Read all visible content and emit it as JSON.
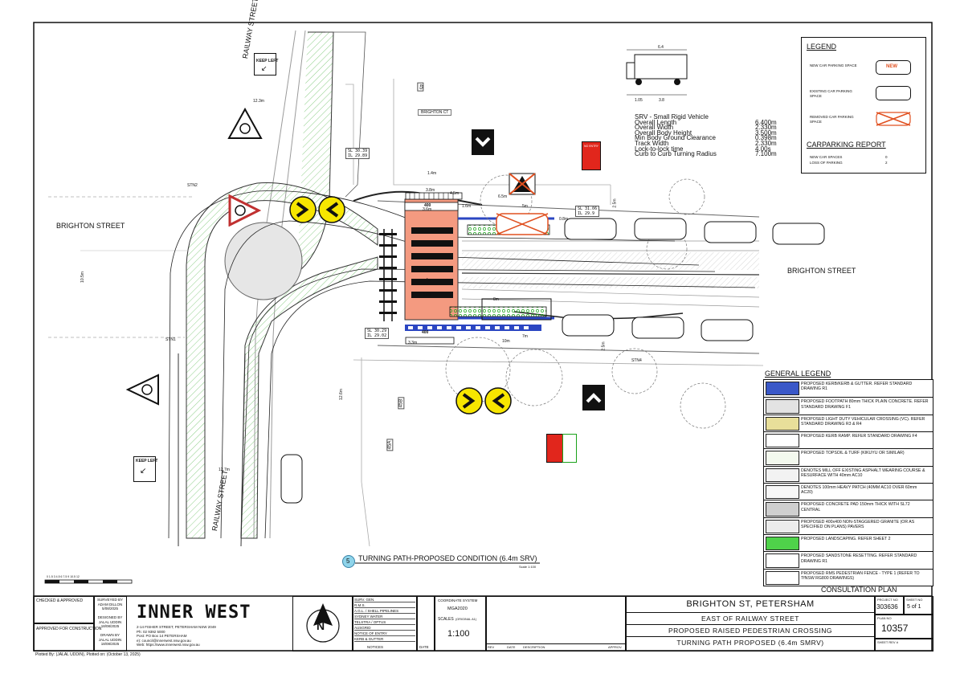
{
  "plan": {
    "street_labels": {
      "railway_top": "RAILWAY STREET",
      "railway_bottom": "RAILWAY STREET",
      "brighton_left": "BRIGHTON STREET",
      "brighton_right": "BRIGHTON STREET",
      "brighton_ct": "BRIGHTON CT"
    },
    "signs": {
      "keep_left_top": "KEEP LEFT",
      "keep_left_bottom": "KEEP LEFT",
      "no_entry": "NO ENTRY"
    },
    "dimensions": [
      "12.3m",
      "12.7m",
      "10.5m",
      "12.6m",
      "1.4m",
      "3.8m",
      "3.6m",
      "4m",
      "3.6m",
      "4.5m",
      "1.6m",
      "6.5m",
      "5m",
      "0.8m",
      "8m",
      "10m",
      "7m",
      "2.5m",
      "2.5m",
      "3.3m"
    ],
    "levels": {
      "sl_top": "SL 30.39",
      "il_top": "IL 29.89",
      "sl_right": "SL 31.06",
      "il_right": "IL 29.9",
      "sl_bottom": "SL 30.29",
      "il_bottom": "IL 29.02"
    },
    "stations": [
      "STN2",
      "STN1",
      "STN4"
    ],
    "house_numbers": [
      "45",
      "45B",
      "45A"
    ],
    "crossing_labels": {
      "top": "400",
      "bottom": "400"
    },
    "vehicle_dims": {
      "width": "6.4",
      "axle": "3.8",
      "overhang": "1.05"
    },
    "vehicle_specs": [
      {
        "label": "SRV  -  Small Rigid Vehicle",
        "value": ""
      },
      {
        "label": "Overall Length",
        "value": "6.400m"
      },
      {
        "label": "Overall Width",
        "value": "2.330m"
      },
      {
        "label": "Overall Body Height",
        "value": "3.500m"
      },
      {
        "label": "Min Body Ground Clearance",
        "value": "0.398m"
      },
      {
        "label": "Track Width",
        "value": "2.330m"
      },
      {
        "label": "Lock-to-lock time",
        "value": "4.00s"
      },
      {
        "label": "Curb to Curb Turning Radius",
        "value": "7.100m"
      }
    ],
    "drawing_title_number": "5",
    "drawing_title": "TURNING PATH-PROPOSED CONDITION (6.4m SRV)",
    "drawing_scale": "Scale 1:100"
  },
  "legend": {
    "title": "LEGEND",
    "items": [
      {
        "label": "NEW CAR PARKING SPACE",
        "badge": "NEW"
      },
      {
        "label": "EXISTING CAR PARKING SPACE"
      },
      {
        "label": "REMOVED CAR PARKING SPACE"
      }
    ],
    "report_title": "CARPARKING REPORT",
    "report_rows": [
      {
        "label": "NEW CAR SPACES",
        "value": "0"
      },
      {
        "label": "LOSS OF PARKING",
        "value": "2"
      }
    ]
  },
  "general_legend": {
    "title": "GENERAL LEGEND",
    "items": [
      {
        "text": "PROPOSED KERB/KERB & GUTTER. REFER STANDARD DRAWING R1",
        "color": "#3a58c8"
      },
      {
        "text": "PROPOSED FOOTPATH 80mm THICK PLAIN CONCRETE. REFER STANDARD DRAWING F1",
        "color": "#e3e3e3"
      },
      {
        "text": "PROPOSED LIGHT DUTY VEHICULAR CROSSING (VC). REFER STANDARD DRAWING R3 & R4",
        "color": "#e8df9a"
      },
      {
        "text": "PROPOSED KERB RAMP. REFER STANDARD DRAWING F4",
        "color": "#ffffff"
      },
      {
        "text": "PROPOSED TOPSOIL & TURF (KIKUYU OR SIMILAR)",
        "color": "#f3f9ee"
      },
      {
        "text": "DENOTES MILL OFF EXISTING ASPHALT WEARING COURSE & RESURFACE WITH 40mm AC10",
        "color": "#f2f2f2"
      },
      {
        "text": "DENOTES 100mm HEAVY PATCH (40MM AC10 OVER 60mm AC20)",
        "color": "#f7f7f7"
      },
      {
        "text": "PROPOSED CONCRETE PAD 150mm THICK WITH SL72 CENTRAL",
        "color": "#cfcfcf"
      },
      {
        "text": "PROPOSED 400x400 NON-STAGGERED GRANITE (OR AS SPECIFIED ON PLANS) PAVERS",
        "color": "#ececec"
      },
      {
        "text": "PROPOSED LANDSCAPING. REFER SHEET 2",
        "color": "#4fd24a"
      },
      {
        "text": "PROPOSED SANDSTONE RESETTING. REFER STANDARD DRAWING R1",
        "color": "#ffffff"
      },
      {
        "text": "PROPOSED RMS PEDESTRIAN FENCE - TYPE 1 (REFER TO TfNSW RG800 DRAWINGS)",
        "color": "#ffffff"
      }
    ]
  },
  "status": "CONSULTATION PLAN",
  "title_block": {
    "checked_label": "CHECKED & APPROVED",
    "approved_label": "APPROVED FOR CONSTRUCTION",
    "surveyed_by_label": "SURVEYED BY",
    "surveyed_by": "ADAM DILLON",
    "surveyed_date": "5/08/2025",
    "designed_by_label": "DESIGNED BY",
    "designed_by": "JALAL UDDIN",
    "designed_date": "18/08/2025",
    "drawn_by_label": "DRAWN BY",
    "drawn_by": "JALAL UDDIN",
    "drawn_date": "18/08/2025",
    "org": "INNER WEST",
    "address": "2-14 FISHER STREET, PETERSHAM NSW 2049",
    "ph_label": "Ph:",
    "phone": "02 9392 5000",
    "post_label": "Post:",
    "postal": "PO Box 14 PETERSHAM",
    "e_label": "e):",
    "email": "council@innerwest.nsw.gov.au",
    "web_label": "Web:",
    "web": "https://www.innerwest.nsw.gov.au",
    "north": "N",
    "notices": [
      "SURV. GEN.",
      "R.M.S.",
      "A.G.L. / SHELL PIPELINES",
      "SYDNEY WATER",
      "TELSTRA / OPTUS",
      "AUSGRID",
      "NOTICE OF ENTRY",
      "KERB & GUTTER"
    ],
    "notices_label": "NOTICES",
    "date_label": "DATE",
    "coord_label": "COORDINATE SYSTEM",
    "coord": "MGA2020",
    "scales_label": "SCALES",
    "scales_sub": "(ORIGINAL A1)",
    "scale": "1:100",
    "rev_label": "REV",
    "rev_date_label": "DATE",
    "description_label": "DESCRIPTION",
    "approved_short": "APPROV.",
    "title_lines": [
      "BRIGHTON ST, PETERSHAM",
      "EAST OF RAILWAY STREET",
      "PROPOSED RAISED PEDESTRIAN CROSSING",
      "TURNING PATH PROPOSED (6.4m SMRV)"
    ],
    "project_no_label": "PROJECT NO",
    "project_no": "303636",
    "sheet_no_label": "SHEET NO",
    "sheet_no": "5 of 1",
    "plan_no_label": "PLAN NO",
    "plan_no": "10357",
    "sheet_rev_label": "SHEET REV #"
  },
  "plotted_by": "Plotted By: (JALAL UDDIN),  Plotted on: (October 13, 2025)"
}
